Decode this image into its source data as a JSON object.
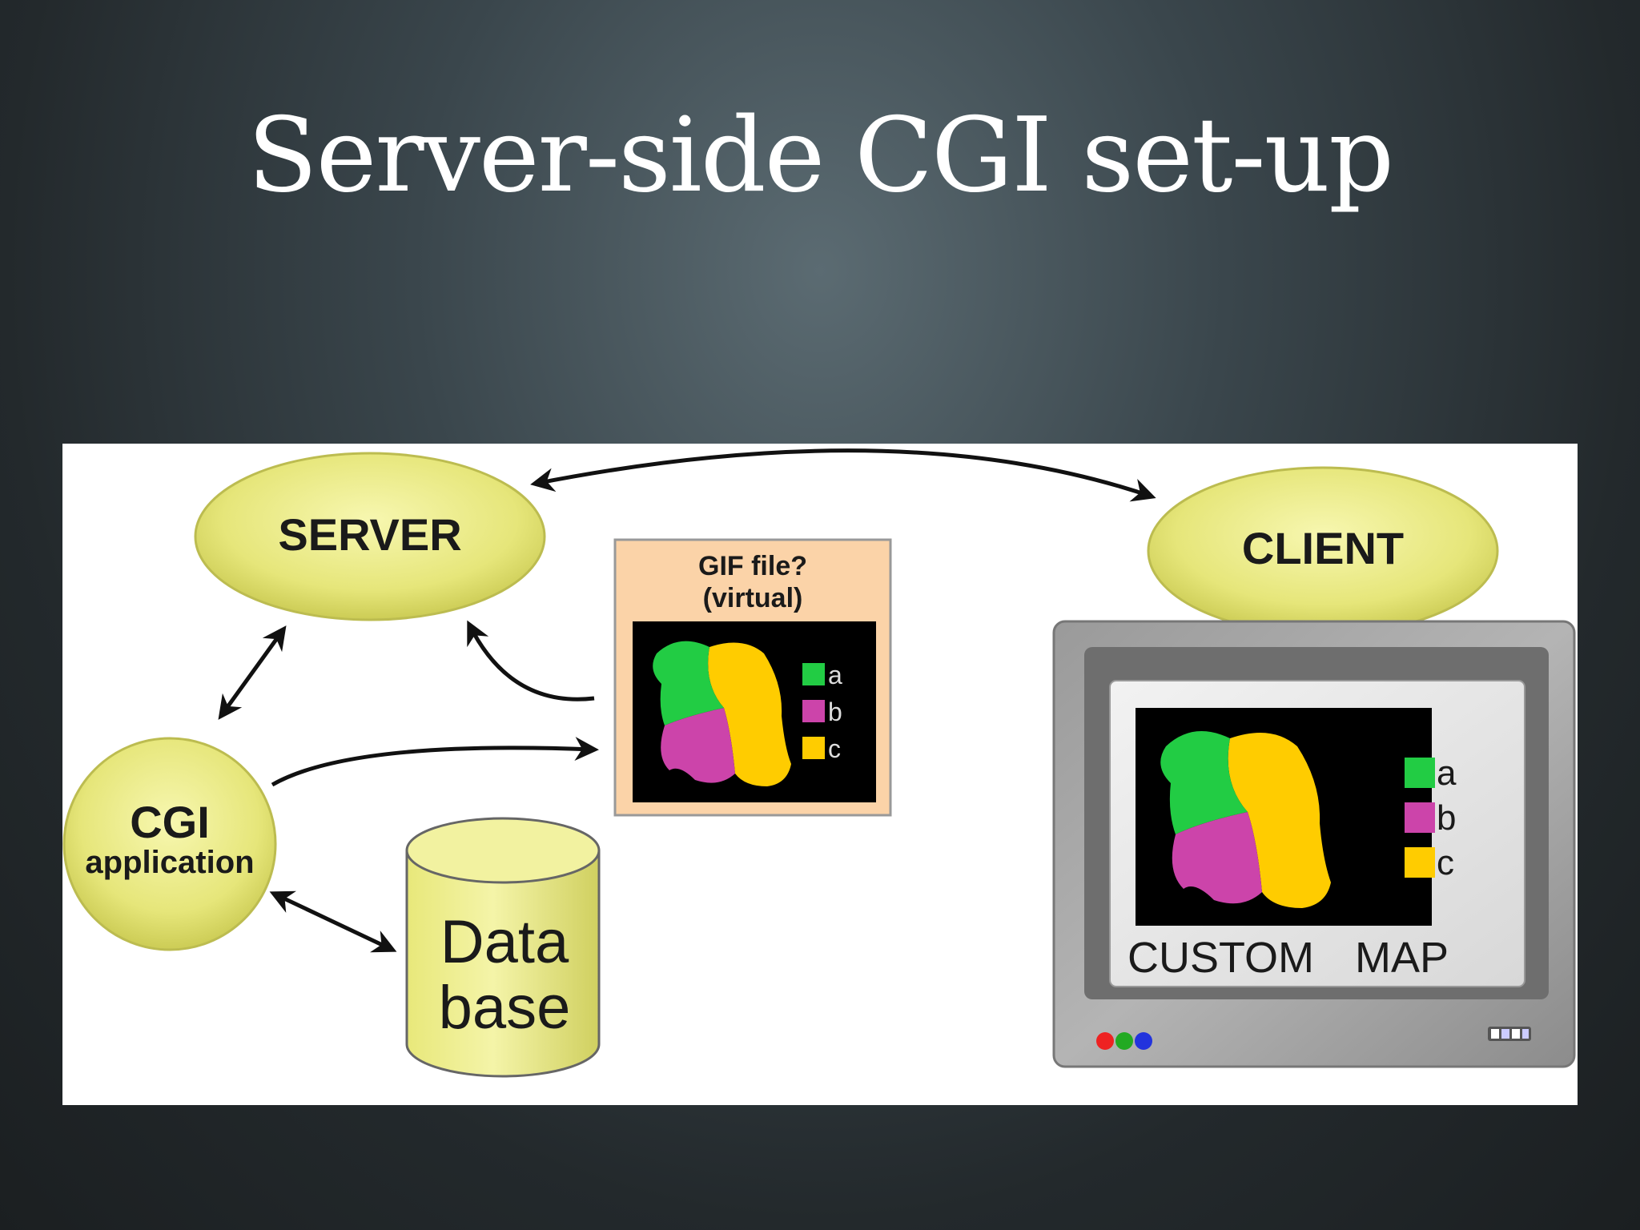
{
  "slide": {
    "title": "Server-side CGI set-up"
  },
  "diagram": {
    "server": {
      "label": "SERVER"
    },
    "client": {
      "label": "CLIENT"
    },
    "cgi": {
      "label_line1": "CGI",
      "label_line2": "application"
    },
    "database": {
      "label_line1": "Data",
      "label_line2": "base"
    },
    "gif_box": {
      "title_line1": "GIF file?",
      "title_line2": "(virtual)",
      "legend": [
        "a",
        "b",
        "c"
      ]
    },
    "monitor": {
      "caption_left": "CUSTOM",
      "caption_right": "MAP",
      "legend": [
        "a",
        "b",
        "c"
      ]
    },
    "colors": {
      "node_fill": "#e6e67a",
      "gif_box_fill": "#fbd3a8",
      "region_a": "#22cc44",
      "region_b": "#cc44aa",
      "region_c": "#ffcc00",
      "led_red": "#ee2222",
      "led_green": "#22aa22",
      "led_blue": "#2233dd"
    }
  }
}
